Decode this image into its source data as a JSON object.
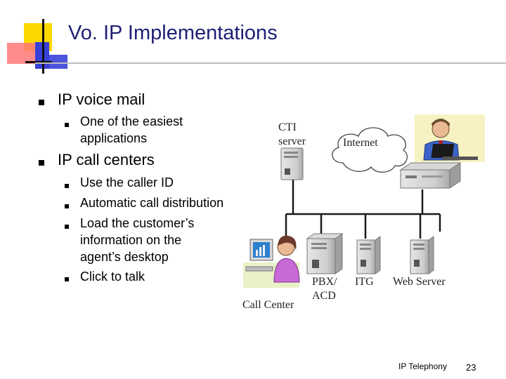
{
  "slide": {
    "title": "Vo. IP Implementations",
    "bullets": [
      {
        "text": "IP voice mail",
        "sub": [
          "One of the easiest applications"
        ]
      },
      {
        "text": "IP call centers",
        "sub": [
          "Use the caller ID",
          "Automatic call distribution",
          "Load the customer’s information on the agent’s desktop",
          "Click to talk"
        ]
      }
    ],
    "footer": "IP Telephony",
    "page_number": "23"
  },
  "diagram": {
    "cti_server": "CTI server",
    "internet": "Internet",
    "pbx_acd": "PBX/ ACD",
    "itg": "ITG",
    "web_server": "Web Server",
    "call_center": "Call Center"
  },
  "colors": {
    "title": "#1f1f75",
    "logo_yellow": "#fcd700",
    "logo_blue": "#3940d8",
    "logo_red": "#ff7777"
  }
}
